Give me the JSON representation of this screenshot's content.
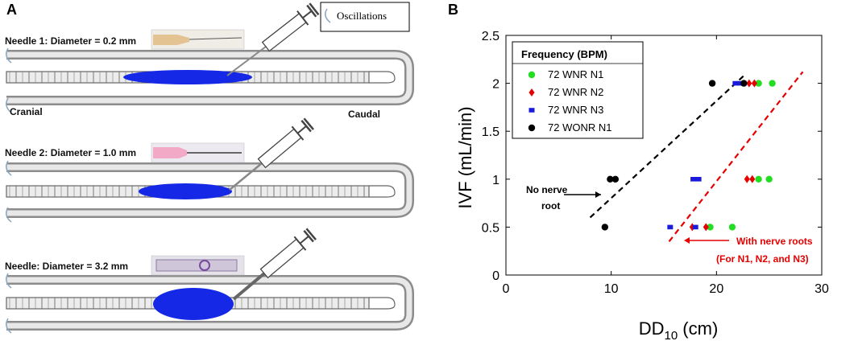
{
  "panel_a": {
    "letter": "A",
    "oscillations_label": "Oscillations",
    "needle1_label": "Needle 1: Diameter =  0.2 mm",
    "needle2_label": "Needle 2: Diameter =  1.0 mm",
    "needle3_label": "Needle: Diameter = 3.2 mm",
    "cranial_label": "Cranial",
    "caudal_label": "Caudal",
    "spine_color": "#8c8c8c",
    "injection_color": "#1428e6"
  },
  "panel_b": {
    "letter": "B",
    "annotation_black_line1": "No nerve",
    "annotation_black_line2": "root",
    "annotation_red_line1": "With nerve roots",
    "annotation_red_line2": "(For N1, N2, and N3)"
  },
  "chart_data": {
    "type": "scatter",
    "xlabel_main": "DD",
    "xlabel_sub": "10",
    "xlabel_unit": " (cm)",
    "ylabel": "IVF (mL/min)",
    "xlim": [
      0,
      30
    ],
    "ylim": [
      0,
      2.5
    ],
    "xticks": [
      "0",
      "10",
      "20",
      "30"
    ],
    "yticks": [
      "0",
      "0.5",
      "1",
      "1.5",
      "2",
      "2.5"
    ],
    "legend_title": "Frequency (BPM)",
    "legend_position": "top-left",
    "series": [
      {
        "name": "72 WNR N1",
        "color": "#22dd22",
        "marker": "circle",
        "points": [
          [
            19.4,
            0.5
          ],
          [
            21.5,
            0.5
          ],
          [
            24,
            1
          ],
          [
            25,
            1
          ],
          [
            24,
            2
          ],
          [
            25.3,
            2
          ]
        ]
      },
      {
        "name": "72 WNR N2",
        "color": "#e60000",
        "marker": "diamond",
        "points": [
          [
            17.7,
            0.5
          ],
          [
            19,
            0.5
          ],
          [
            22.9,
            1
          ],
          [
            23.4,
            1
          ],
          [
            23.1,
            2
          ],
          [
            23.6,
            2
          ]
        ]
      },
      {
        "name": "72 WNR N3",
        "color": "#1a1adc",
        "marker": "square",
        "points": [
          [
            15.6,
            0.5
          ],
          [
            18,
            0.5
          ],
          [
            17.8,
            1
          ],
          [
            18.3,
            1
          ],
          [
            21.8,
            2
          ],
          [
            22.2,
            2
          ]
        ]
      },
      {
        "name": "72 WONR N1",
        "color": "#000000",
        "marker": "circle",
        "points": [
          [
            9.4,
            0.5
          ],
          [
            9.9,
            1
          ],
          [
            10.4,
            1
          ],
          [
            19.6,
            2
          ],
          [
            22.6,
            2
          ]
        ]
      }
    ],
    "trendlines": [
      {
        "color": "#000000",
        "style": "dashed",
        "from": [
          8,
          0.6
        ],
        "to": [
          22.8,
          2.1
        ]
      },
      {
        "color": "#e60000",
        "style": "dashed",
        "from": [
          15.5,
          0.35
        ],
        "to": [
          28.2,
          2.12
        ]
      }
    ]
  }
}
